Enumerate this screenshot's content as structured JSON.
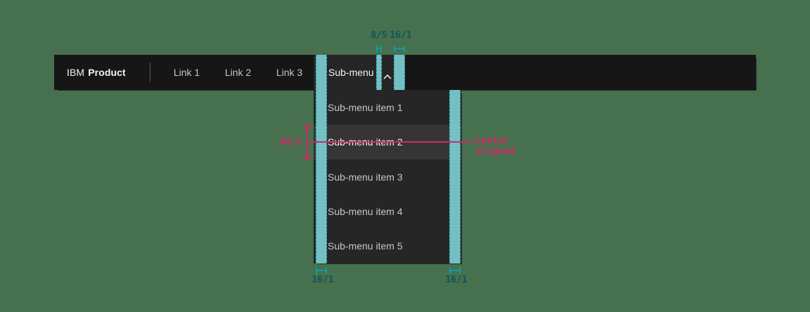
{
  "colors": {
    "bg": "#47704e",
    "header_bg": "#161616",
    "open_bg": "#262626",
    "item_active_bg": "#353535",
    "text_primary": "#f4f4f4",
    "text_secondary": "#c6c6c6",
    "divider": "#565656",
    "teal_fill": "#7bcdd2",
    "teal_border": "#0d9ba3",
    "teal_label": "#0b565c",
    "teal_bracket": "#0aa0a8",
    "pink": "#d12765"
  },
  "header": {
    "brand_prefix": "IBM",
    "brand_name": "Product",
    "links": [
      "Link 1",
      "Link 2",
      "Link 3"
    ],
    "submenu": {
      "label": "Sub-menu",
      "state": "open",
      "chevron_icon": "chevron-up-icon"
    }
  },
  "dropdown": {
    "items": [
      "Sub-menu item 1",
      "Sub-menu item 2",
      "Sub-menu item 3",
      "Sub-menu item 4",
      "Sub-menu item 5"
    ],
    "active_index": 1
  },
  "annotations": {
    "top_gap_text_to_chevron": "8/5",
    "top_gap_chevron_to_edge": "16/1",
    "bottom_left_padding": "16/1",
    "bottom_right_padding": "16/1",
    "item_height": "48/3",
    "alignment_note": "Center\naligned"
  }
}
